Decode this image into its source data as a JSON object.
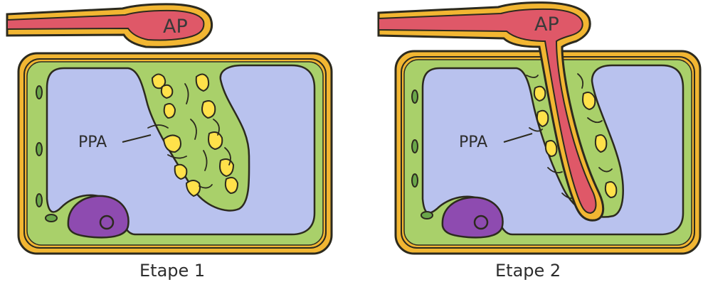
{
  "labels": {
    "ap": "AP",
    "ppa": "PPA"
  },
  "panels": [
    {
      "caption": "Etape 1"
    },
    {
      "caption": "Etape 2"
    }
  ],
  "colors": {
    "cell_wall": "#f2b632",
    "cytoplasm": "#a9d06a",
    "vacuole": "#b9c2ee",
    "nucleus": "#8e4bb0",
    "hypha": "#df5868",
    "granules": "#ffe14a",
    "outline": "#2c2a1e"
  }
}
